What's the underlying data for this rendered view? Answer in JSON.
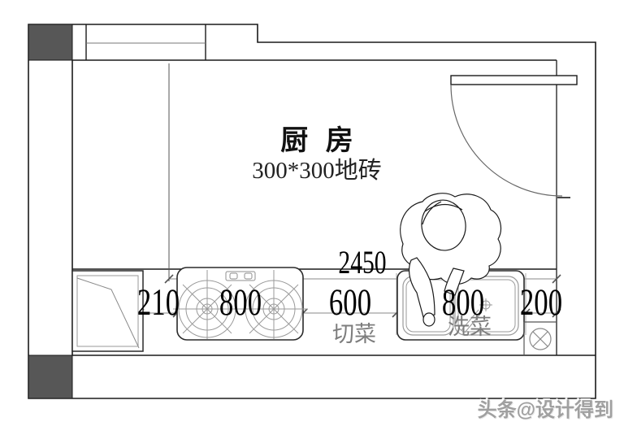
{
  "room": {
    "title": "厨 房",
    "floor_note": "300*300地砖"
  },
  "work_labels": {
    "cutting": "切菜",
    "washing": "洗菜"
  },
  "dimensions": {
    "overall_width": "2450",
    "segments": [
      {
        "value": "210"
      },
      {
        "value": "800"
      },
      {
        "value": "600"
      },
      {
        "value": "800"
      },
      {
        "value": "200"
      }
    ]
  },
  "icons": {
    "stove": "gas-stove-2-burner-icon",
    "sink": "double-basin-sink-icon",
    "faucet": "faucet-icon",
    "fridge": "refrigerator-icon",
    "door": "door-swing-icon",
    "window": "window-icon",
    "drain": "floor-drain-icon",
    "person": "person-top-view-icon"
  },
  "watermark": {
    "text": "头条@设计得到"
  },
  "colors": {
    "wall_fill": "#575757",
    "wall_line": "#1a1a1a",
    "fixture_line": "#9a9a9a",
    "dim_line": "#8a8a8a",
    "label_gray": "#7d7d7d",
    "watermark_gray": "#a0a0a0"
  }
}
